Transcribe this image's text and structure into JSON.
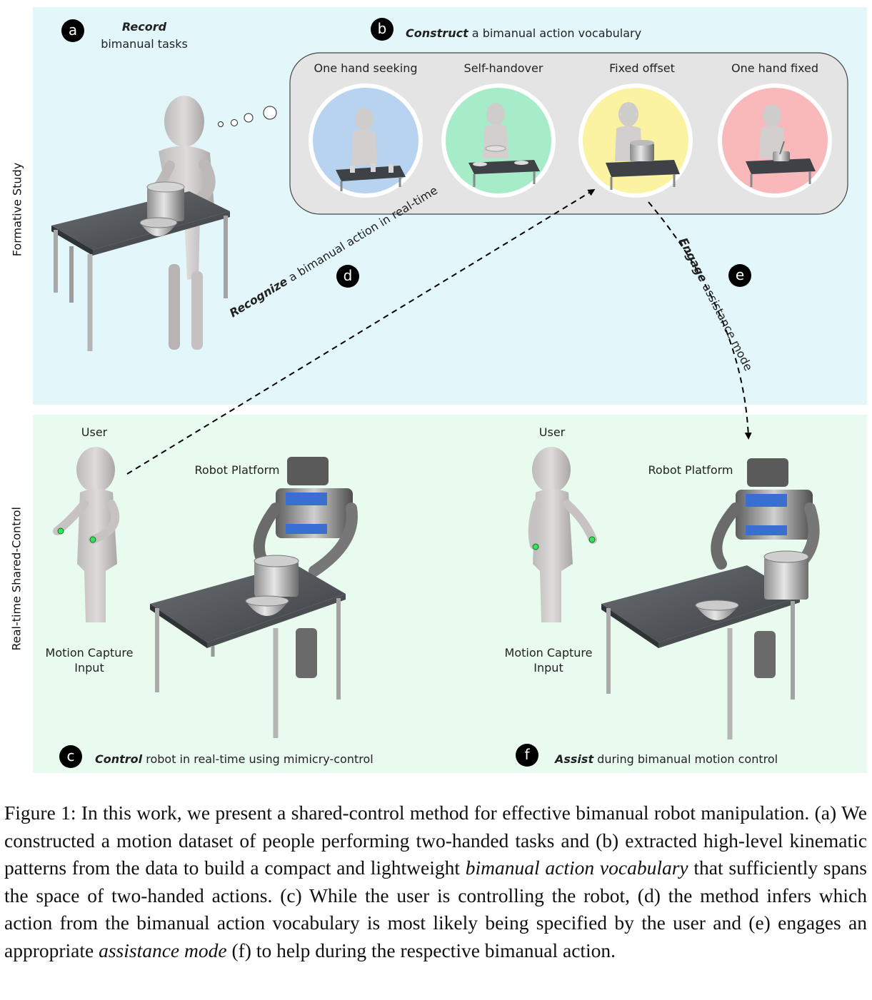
{
  "panel_a": {
    "letter": "a",
    "verb": "Record",
    "rest": "bimanual tasks"
  },
  "panel_b": {
    "letter": "b",
    "verb": "Construct",
    "rest": " a bimanual action vocabulary",
    "vocabulary": [
      {
        "label": "One hand seeking",
        "color": "#b7d3ef"
      },
      {
        "label": "Self-handover",
        "color": "#a6ecc8"
      },
      {
        "label": "Fixed offset",
        "color": "#fbf3a2"
      },
      {
        "label": "One hand fixed",
        "color": "#f9b9bb"
      }
    ]
  },
  "panel_c": {
    "letter": "c",
    "verb": "Control",
    "rest": " robot in real-time using mimicry-control"
  },
  "panel_d": {
    "letter": "d",
    "verb": "Recognize",
    "rest": " a bimanual action in real-time"
  },
  "panel_e": {
    "letter": "e",
    "verb": "Engage",
    "rest": " assistance mode"
  },
  "panel_f": {
    "letter": "f",
    "verb": "Assist",
    "rest": " during bimanual motion control"
  },
  "side_labels": {
    "top": "Formative Study",
    "bottom": "Real-time Shared-Control"
  },
  "scene_left": {
    "user": "User",
    "robot": "Robot Platform",
    "mocap_line1": "Motion Capture",
    "mocap_line2": "Input"
  },
  "scene_right": {
    "user": "User",
    "robot": "Robot Platform",
    "mocap_line1": "Motion Capture",
    "mocap_line2": "Input"
  },
  "caption": {
    "p1": "Figure 1:   In this work, we present a shared-control method for effective bimanual robot manipulation. (a) We constructed a motion dataset of people performing two-handed tasks and (b) extracted high-level kinematic patterns from the data to build a compact and lightweight ",
    "em1": "bimanual action vocabulary",
    "p2": " that sufficiently spans the space of two-handed actions. (c) While the user is controlling the robot, (d) the method infers which action from the bimanual action vocabulary is most likely being specified by the user and (e) engages an appropriate ",
    "em2": "assistance mode",
    "p3": " (f) to help during the respective bimanual action."
  },
  "colors": {
    "top_bg": "#e3f7fb",
    "bottom_bg": "#e8fbee",
    "vocab_box": "#e4e4e4",
    "marker": "#35e35a"
  }
}
